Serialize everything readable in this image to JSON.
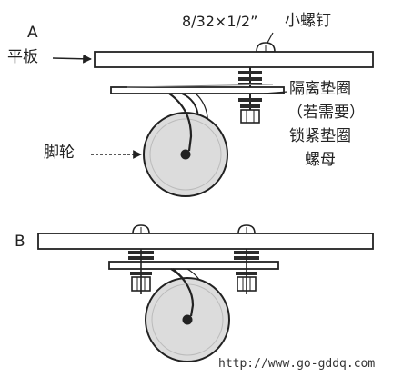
{
  "figure": {
    "diagram_a": {
      "marker": "A",
      "screw_label": "8/32×1/2”",
      "screw_name": "小螺钉",
      "plate_label": "平板",
      "washer_labels": [
        "隔离垫圈",
        "（若需要）",
        "锁紧垫圈",
        "螺母"
      ],
      "caster_label": "脚轮"
    },
    "diagram_b": {
      "marker": "B"
    },
    "watermark": "http://www.go-gddq.com"
  },
  "colors": {
    "ink": "#222222",
    "wheel_fill": "#dcdcdc",
    "plate_fill": "#ffffff",
    "washer_fill": "#2b2b2b",
    "paper": "#ffffff"
  }
}
